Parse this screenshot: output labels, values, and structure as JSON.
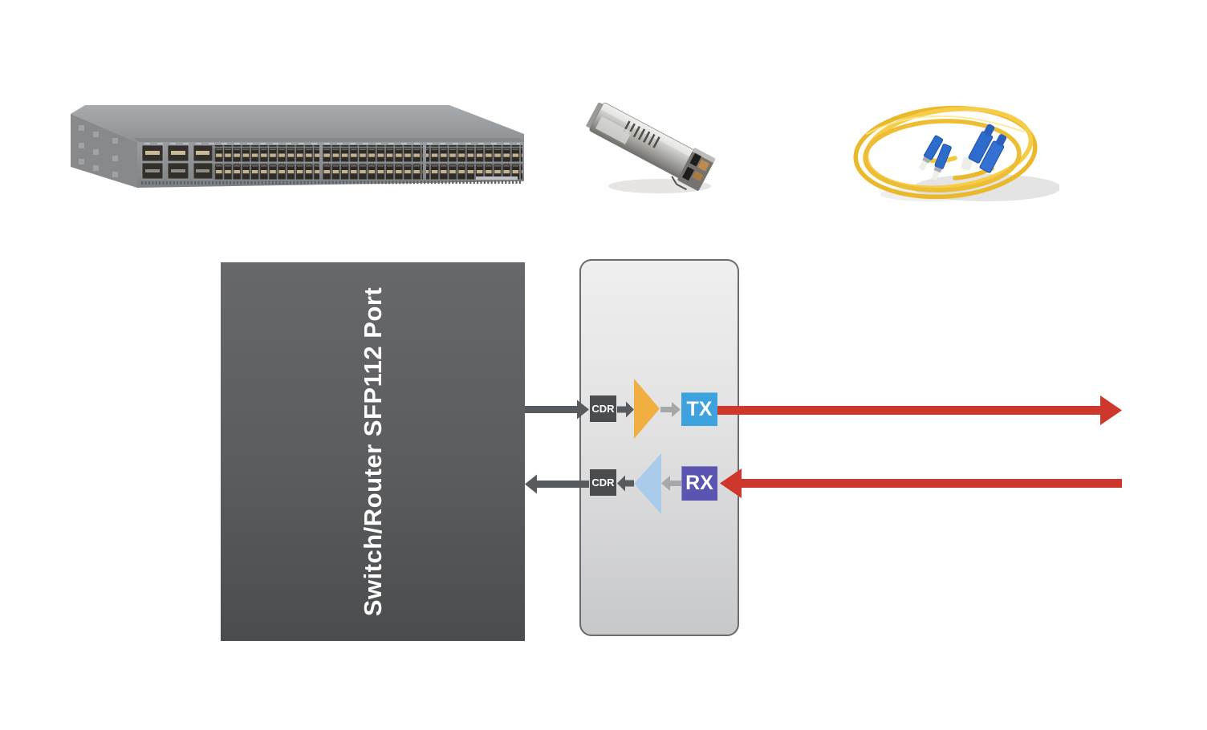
{
  "photos": {
    "switch": {
      "alt": "1U data-center switch chassis with 48 SFP ports and QSFP uplink ports"
    },
    "transceiver": {
      "alt": "SFP optical transceiver module"
    },
    "cable": {
      "alt": "Coiled yellow single-mode fiber patch cable with blue SC connectors"
    }
  },
  "diagram": {
    "host_block": {
      "label": "Switch/Router SFP112 Port"
    },
    "module_block": {
      "tx_path": {
        "cdr_label": "CDR",
        "tx_label": "TX"
      },
      "rx_path": {
        "cdr_label": "CDR",
        "rx_label": "RX"
      }
    }
  },
  "colors": {
    "host_block_top": "#67686B",
    "host_block_bottom": "#4A4C4E",
    "module_fill_top": "#EFEFF0",
    "module_fill_bottom": "#C7C8CA",
    "module_border": "#6A6B6D",
    "cdr_box": "#4A4C4E",
    "dark_arrow": "#585B5E",
    "light_arrow": "#A5A7A9",
    "laser_driver_triangle": "#F2AF41",
    "amplifier_triangle": "#AACBE9",
    "tx_box": "#3EA2DF",
    "rx_box": "#5A55B0",
    "optical_signal_arrow": "#CE382C",
    "label_text": "#FFFFFF"
  }
}
